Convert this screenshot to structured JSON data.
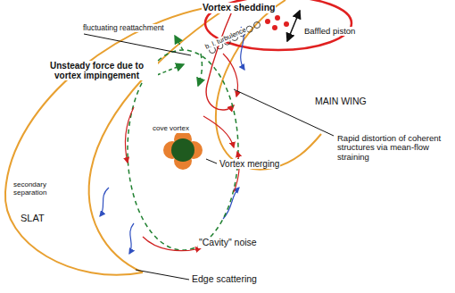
{
  "diagram": {
    "labels": [
      "Vortex shedding",
      "Baffled piston",
      "fluctuating reattachment",
      "b. l. turbulence",
      "Unsteady force due to vortex impingement",
      "MAIN WING",
      "Rapid distortion of coherent structures via mean-flow straining",
      "cove vortex",
      "Vortex merging",
      "secondary separation",
      "SLAT",
      "\"Cavity\" noise",
      "Edge scattering"
    ]
  }
}
